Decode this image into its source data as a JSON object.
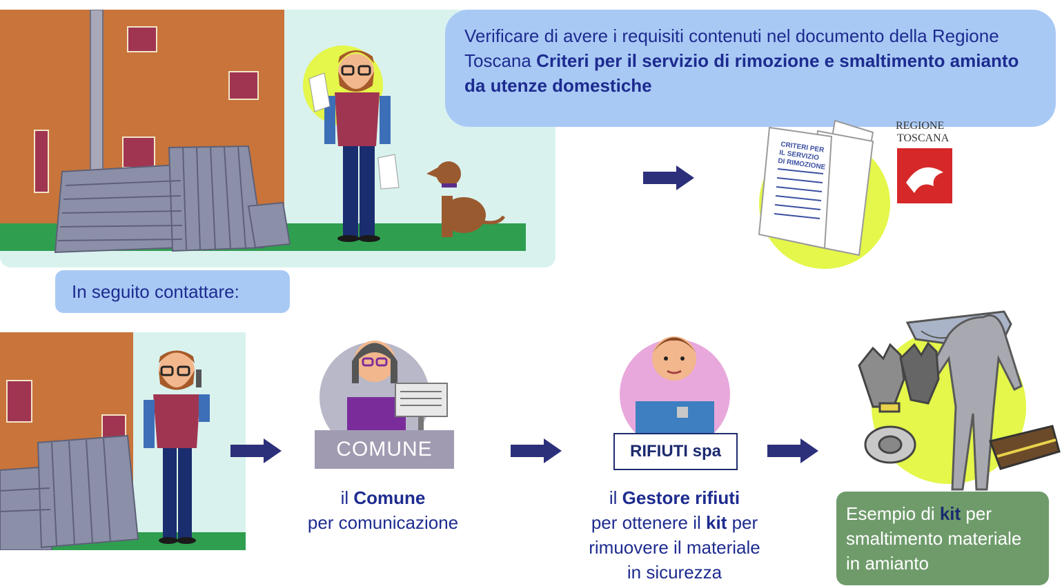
{
  "callout": {
    "text_before": "Verificare di avere i requisiti contenuti nel documento della Regione Toscana ",
    "text_bold": "Criteri per il servizio di rimozione e smaltimento amianto da utenze domestiche"
  },
  "document": {
    "title": "CRITERI PER IL SERVIZIO DI RIMOZIONE"
  },
  "region_logo": {
    "line1": "REGIONE",
    "line2": "TOSCANA"
  },
  "contact_badge": {
    "text": "In seguito contattare:"
  },
  "comune": {
    "label": "COMUNE",
    "caption_prefix": "il ",
    "caption_bold": "Comune",
    "caption_line2": "per comunicazione"
  },
  "gestore": {
    "label": "RIFIUTI spa",
    "caption_prefix": "il ",
    "caption_bold": "Gestore rifiuti",
    "caption_line2_a": "per ottenere il ",
    "caption_line2_bold": "kit",
    "caption_line2_b": " per",
    "caption_line3": "rimuovere il materiale",
    "caption_line4": "in sicurezza"
  },
  "kit": {
    "prefix": "Esempio di ",
    "bold": "kit",
    "suffix": " per",
    "line2": "smaltimento materiale",
    "line3": " in amianto"
  },
  "colors": {
    "navy": "#1d2b8f",
    "callout_bg": "#a9c9f5",
    "kit_bg": "#6f9b6b",
    "brick": "#c8743a",
    "grass": "#2f9e4f",
    "lime": "#e4f74a"
  }
}
